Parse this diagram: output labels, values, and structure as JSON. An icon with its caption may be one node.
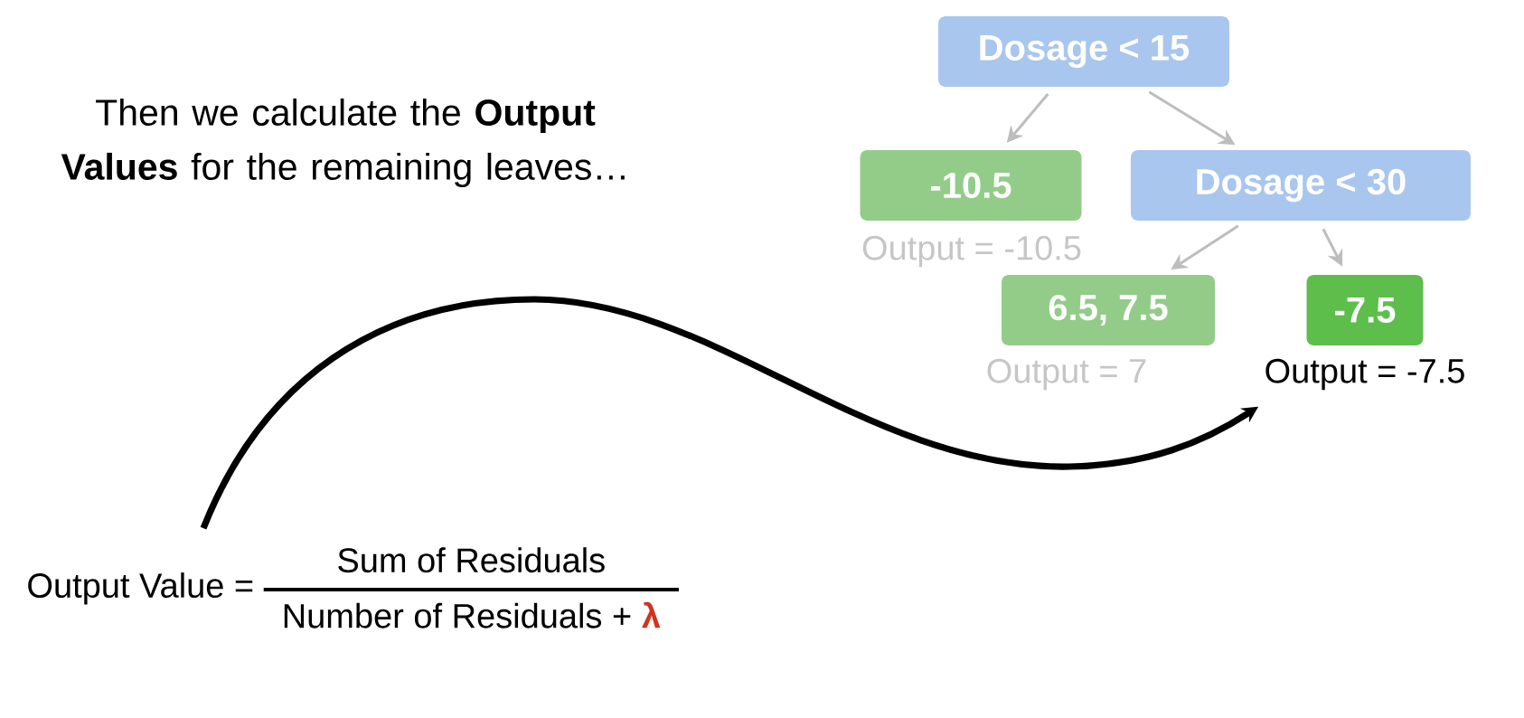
{
  "diagram": {
    "title": "Then we calculate the **Output Values** for the remaining leaves…",
    "nodes": [
      {
        "text": [
          "Dosage < 15"
        ]
      },
      {
        "text": [
          "-10.5"
        ],
        "beside": [
          "Output = -10.5"
        ]
      },
      {
        "text": [
          "Dosage < 30"
        ]
      },
      {
        "text": [
          "6.5, 7.5"
        ],
        "beside": [
          "Output = 7"
        ]
      },
      {
        "text": [
          "-7.5"
        ]
      },
      {
        "text": [
          "Output = -7.5"
        ]
      },
      {
        "text": [
          "Output Value =",
          "Sum of Residuals",
          "Number of Residuals +",
          "λ"
        ]
      }
    ],
    "edges": [
      {
        "from": 0,
        "to": 1,
        "arrow": "to"
      },
      {
        "from": 0,
        "to": 2,
        "arrow": "to"
      },
      {
        "from": 2,
        "to": 3,
        "arrow": "to"
      },
      {
        "from": 2,
        "to": 4,
        "arrow": "to"
      },
      {
        "from": 6,
        "to": 5,
        "arrow": "to",
        "style": "thick",
        "color": "#000000"
      }
    ]
  }
}
